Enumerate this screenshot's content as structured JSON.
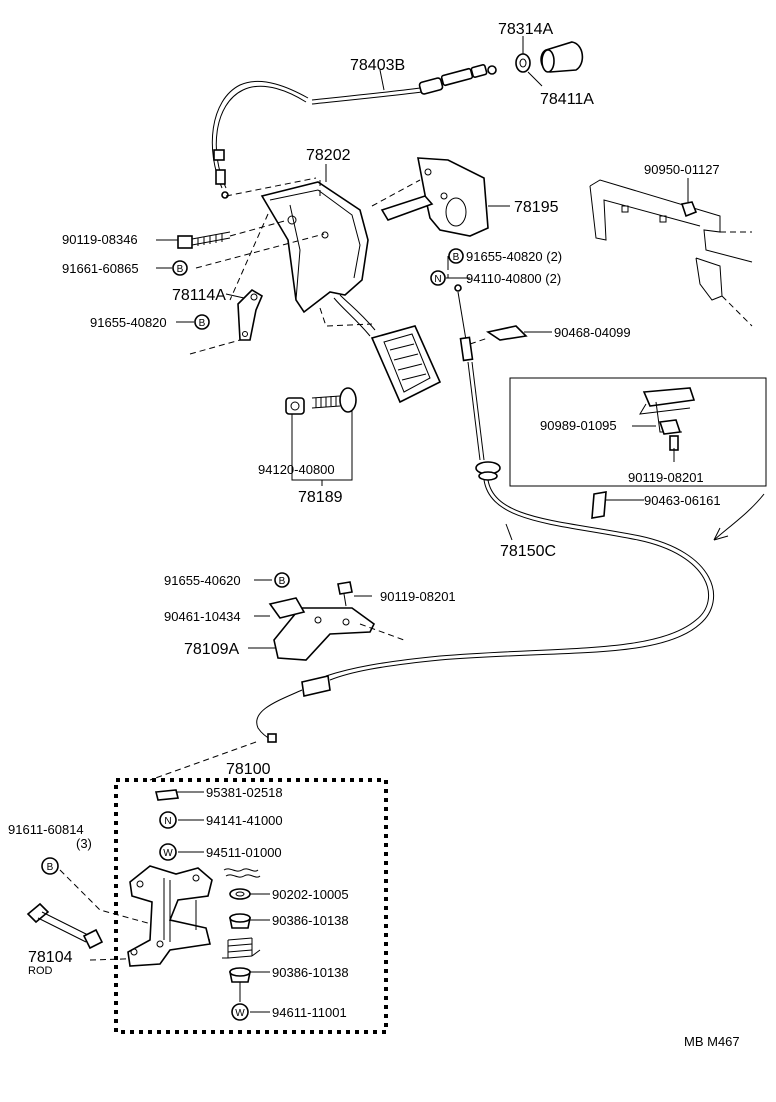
{
  "labels": {
    "p78314A": "78314A",
    "p78403B": "78403B",
    "p78411A": "78411A",
    "p78202": "78202",
    "p90950_01127": "90950-01127",
    "p78195": "78195",
    "p90119_08346": "90119-08346",
    "p91655_40820_2": "91655-40820 (2)",
    "p91661_60865": "91661-60865",
    "p94110_40800_2": "94110-40800 (2)",
    "p78114A": "78114A",
    "p91655_40820": "91655-40820",
    "p90468_04099": "90468-04099",
    "p90989_01095": "90989-01095",
    "p90119_08201_a": "90119-08201",
    "p94120_40800": "94120-40800",
    "p78189": "78189",
    "p90463_06161": "90463-06161",
    "p78150C": "78150C",
    "p91655_40620": "91655-40620",
    "p90119_08201_b": "90119-08201",
    "p90461_10434": "90461-10434",
    "p78109A": "78109A",
    "p78100": "78100",
    "p95381_02518": "95381-02518",
    "p94141_41000": "94141-41000",
    "p91611_60814": "91611-60814",
    "p91611_qty": "(3)",
    "p94511_01000": "94511-01000",
    "p90202_10005": "90202-10005",
    "p90386_10138_a": "90386-10138",
    "p78104": "78104",
    "p78104_rod": "ROD",
    "p90386_10138_b": "90386-10138",
    "p94611_11001": "94611-11001",
    "footer": "MB  M467"
  },
  "symbols": {
    "bolt": "B",
    "nut": "N",
    "washer": "W"
  }
}
